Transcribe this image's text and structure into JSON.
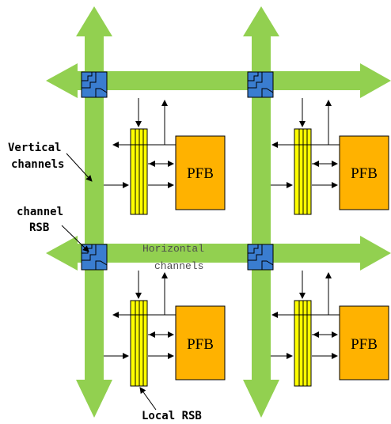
{
  "labels": {
    "vertical": [
      "Vertical",
      "channels"
    ],
    "channel_rsb": [
      "channel",
      "RSB"
    ],
    "horizontal": [
      "Horizontal",
      "channels"
    ],
    "local_rsb": "Local RSB"
  },
  "blocks": [
    "PFB",
    "PFB",
    "PFB",
    "PFB"
  ],
  "colors": {
    "channel": "#92d050",
    "channel_rsb": "#3a7dd0",
    "local_rsb": "#ffff00",
    "pfb": "#ffb200"
  }
}
